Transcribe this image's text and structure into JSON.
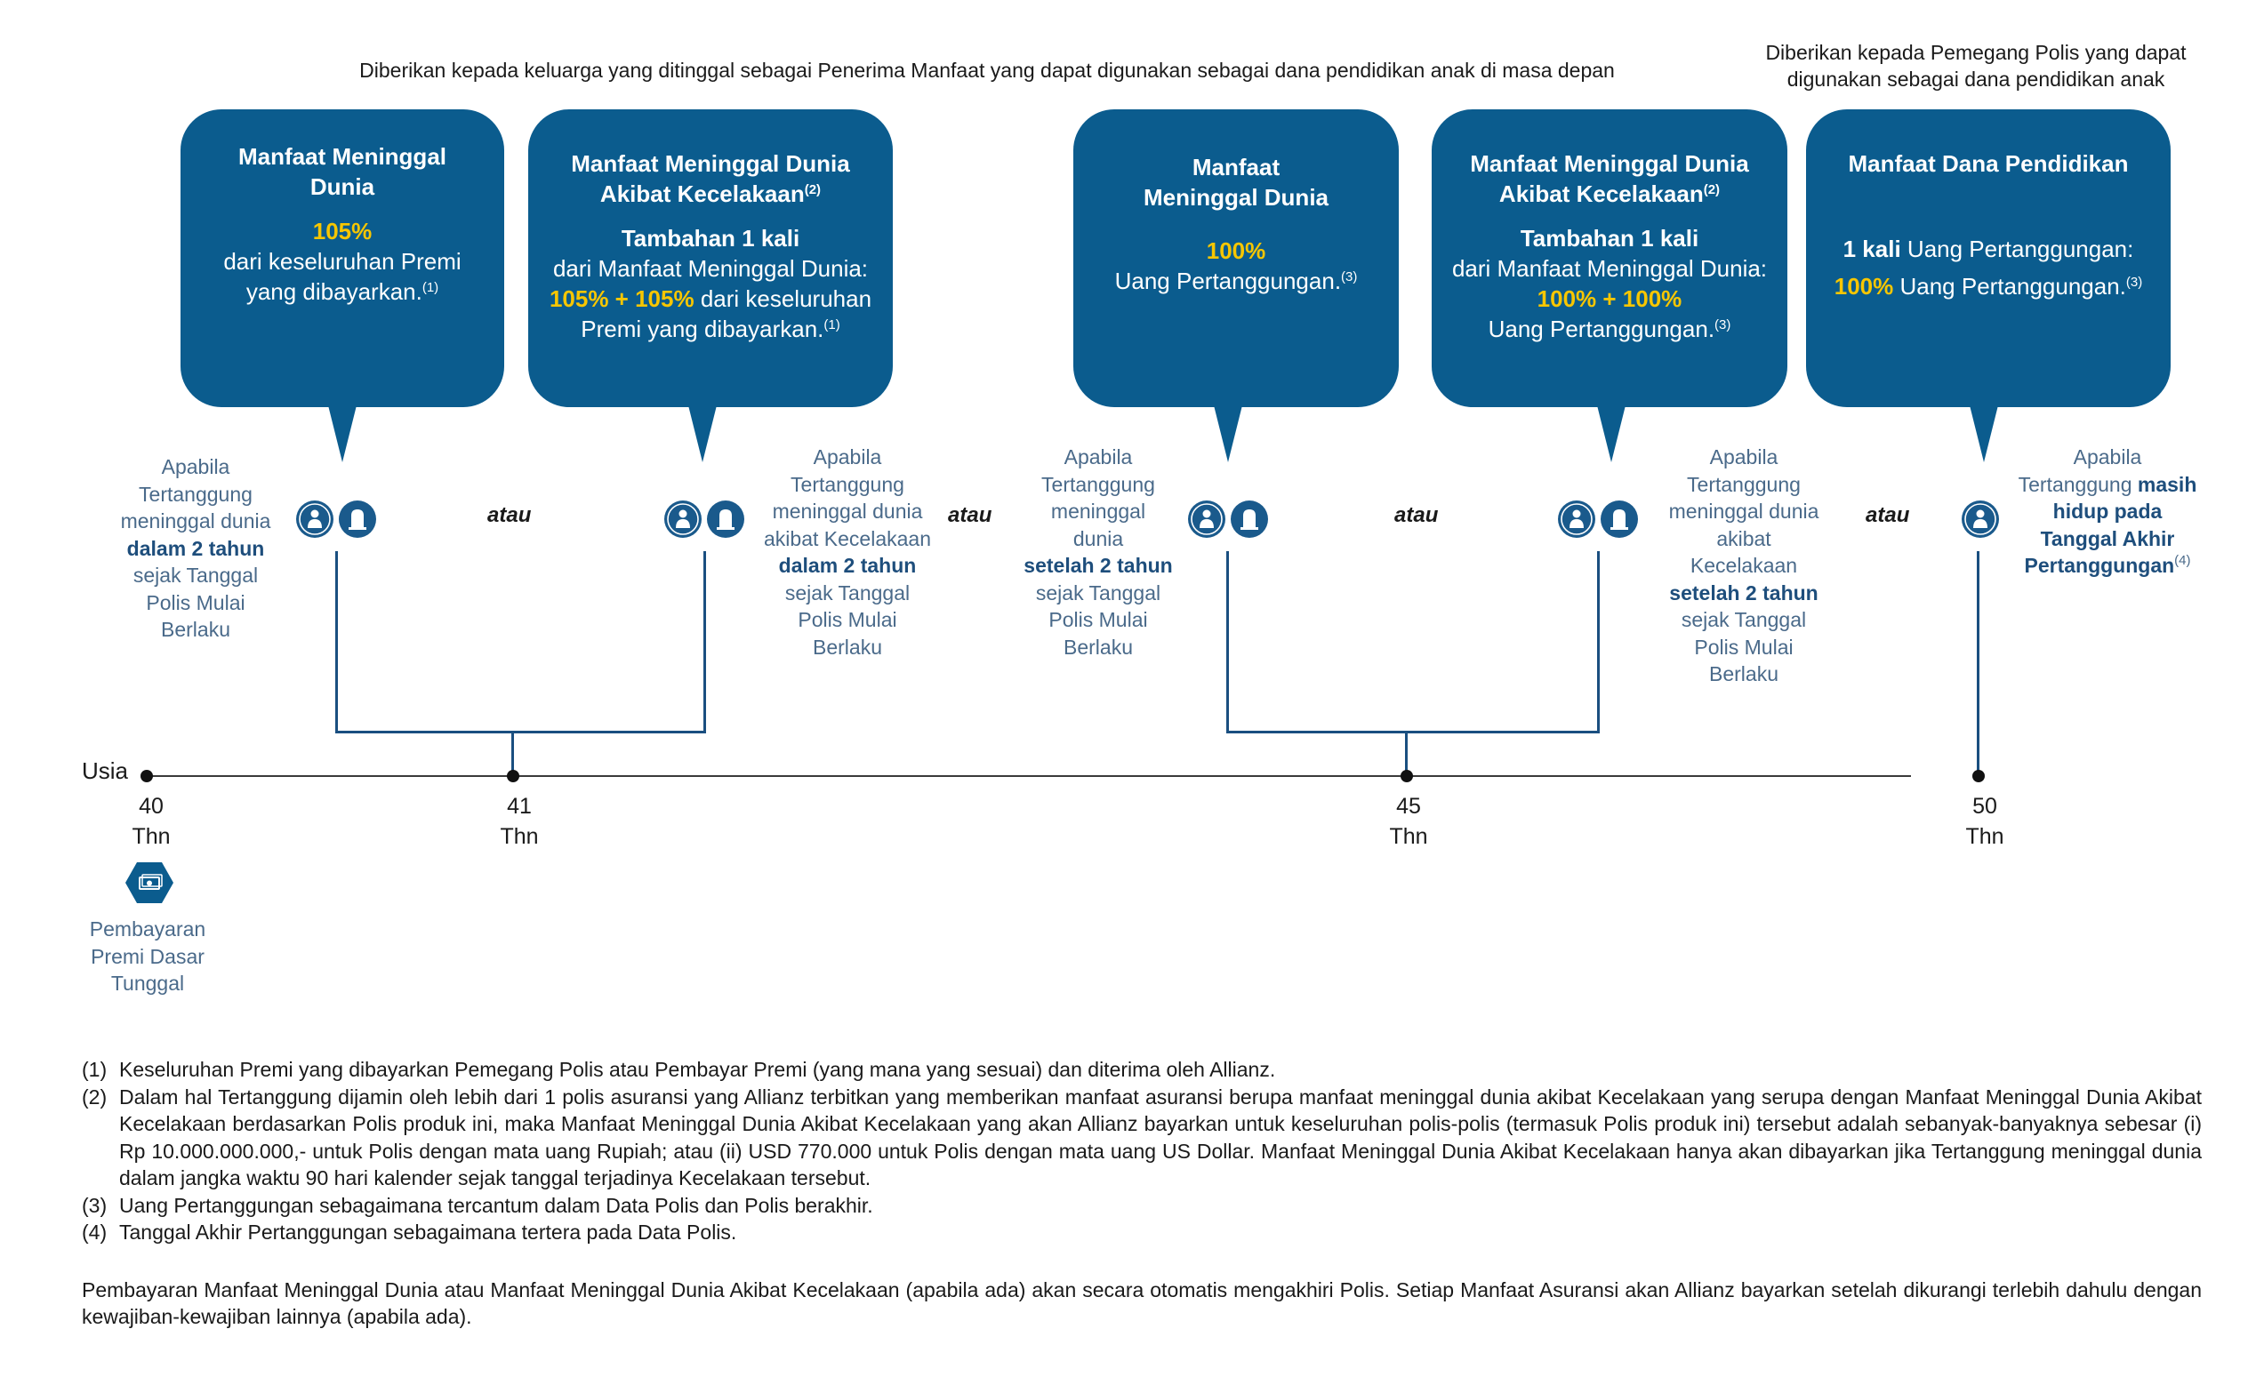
{
  "top_notes": {
    "left": "Diberikan kepada keluarga yang ditinggal sebagai Penerima Manfaat yang dapat digunakan sebagai dana pendidikan anak di masa depan",
    "right_line1": "Diberikan kepada Pemegang Polis yang dapat",
    "right_line2": "digunakan sebagai dana pendidikan anak"
  },
  "bubbles": {
    "b1": {
      "title1": "Manfaat Meninggal",
      "title2": "Dunia",
      "highlight": "105%",
      "line1": "dari keseluruhan Premi",
      "line2": "yang dibayarkan.",
      "ref": "(1)"
    },
    "b2": {
      "title1": "Manfaat Meninggal Dunia",
      "title2": "Akibat Kecelakaan",
      "title_ref": "(2)",
      "sub": "Tambahan 1 kali",
      "line1": "dari Manfaat Meninggal Dunia:",
      "highlight": "105% + 105%",
      "line2": "dari keseluruhan",
      "line3": "Premi yang dibayarkan.",
      "ref": "(1)"
    },
    "b3": {
      "title1": "Manfaat",
      "title2": "Meninggal Dunia",
      "highlight": "100%",
      "line1": "Uang Pertanggungan.",
      "ref": "(3)"
    },
    "b4": {
      "title1": "Manfaat Meninggal Dunia",
      "title2": "Akibat Kecelakaan",
      "title_ref": "(2)",
      "sub": "Tambahan 1 kali",
      "line1": "dari Manfaat Meninggal Dunia:",
      "highlight": "100% + 100%",
      "line2": "Uang Pertanggungan.",
      "ref": "(3)"
    },
    "b5": {
      "title1": "Manfaat Dana Pendidikan",
      "bold1": "1 kali",
      "line1": "Uang Pertanggungan:",
      "highlight": "100%",
      "line2": "Uang Pertanggungan.",
      "ref": "(3)"
    }
  },
  "conditions": {
    "c1": [
      "Apabila",
      "Tertanggung",
      "meninggal dunia",
      "dalam 2 tahun",
      "sejak Tanggal",
      "Polis Mulai",
      "Berlaku"
    ],
    "c2": [
      "Apabila",
      "Tertanggung",
      "meninggal dunia",
      "akibat Kecelakaan",
      "dalam 2 tahun",
      "sejak Tanggal",
      "Polis Mulai",
      "Berlaku"
    ],
    "c3": [
      "Apabila",
      "Tertanggung",
      "meninggal",
      "dunia",
      "setelah 2 tahun",
      "sejak Tanggal",
      "Polis Mulai",
      "Berlaku"
    ],
    "c4": [
      "Apabila",
      "Tertanggung",
      "meninggal dunia",
      "akibat",
      "Kecelakaan",
      "setelah 2 tahun",
      "sejak Tanggal",
      "Polis Mulai",
      "Berlaku"
    ],
    "c5": {
      "l1": "Apabila",
      "l2a": "Tertanggung",
      "l2b": "masih",
      "l3": "hidup pada",
      "l4": "Tanggal Akhir",
      "l5": "Pertanggungan",
      "ref": "(4)"
    }
  },
  "atau": "atau",
  "timeline": {
    "axis_label": "Usia",
    "ticks": [
      {
        "age": "40",
        "unit": "Thn"
      },
      {
        "age": "41",
        "unit": "Thn"
      },
      {
        "age": "45",
        "unit": "Thn"
      },
      {
        "age": "50",
        "unit": "Thn"
      }
    ],
    "payment_label": [
      "Pembayaran",
      "Premi Dasar",
      "Tunggal"
    ]
  },
  "footnotes": [
    {
      "num": "(1)",
      "text": "Keseluruhan Premi yang dibayarkan Pemegang Polis atau Pembayar Premi (yang mana yang sesuai) dan diterima oleh Allianz."
    },
    {
      "num": "(2)",
      "text": "Dalam hal Tertanggung dijamin oleh lebih dari 1 polis asuransi yang Allianz terbitkan yang memberikan manfaat asuransi berupa manfaat meninggal dunia akibat Kecelakaan yang serupa dengan Manfaat Meninggal Dunia Akibat Kecelakaan berdasarkan Polis produk ini, maka Manfaat Meninggal Dunia Akibat Kecelakaan yang akan Allianz bayarkan untuk keseluruhan polis-polis (termasuk Polis produk ini) tersebut adalah sebanyak-banyaknya sebesar (i) Rp 10.000.000.000,- untuk Polis dengan mata uang Rupiah; atau (ii) USD 770.000 untuk Polis dengan mata uang US Dollar. Manfaat Meninggal Dunia Akibat Kecelakaan hanya akan dibayarkan jika Tertanggung meninggal dunia dalam jangka waktu 90 hari kalender sejak tanggal terjadinya Kecelakaan tersebut."
    },
    {
      "num": "(3)",
      "text": "Uang Pertanggungan sebagaimana tercantum dalam Data Polis dan Polis berakhir."
    },
    {
      "num": "(4)",
      "text": "Tanggal Akhir Pertanggungan sebagaimana tertera pada Data Polis."
    }
  ],
  "final_note": "Pembayaran Manfaat Meninggal Dunia atau Manfaat Meninggal Dunia Akibat Kecelakaan (apabila ada) akan secara otomatis mengakhiri Polis. Setiap Manfaat Asuransi akan Allianz bayarkan setelah dikurangi terlebih dahulu dengan kewajiban-kewajiban lainnya (apabila ada).",
  "colors": {
    "bubble": "#0b5c8e",
    "highlight": "#f7c600",
    "condition_text": "#4a6a8a",
    "condition_bold": "#1e4e7c",
    "connector": "#1a4f80"
  },
  "icons": [
    "person-icon",
    "tombstone-icon",
    "premium-payment-icon"
  ]
}
